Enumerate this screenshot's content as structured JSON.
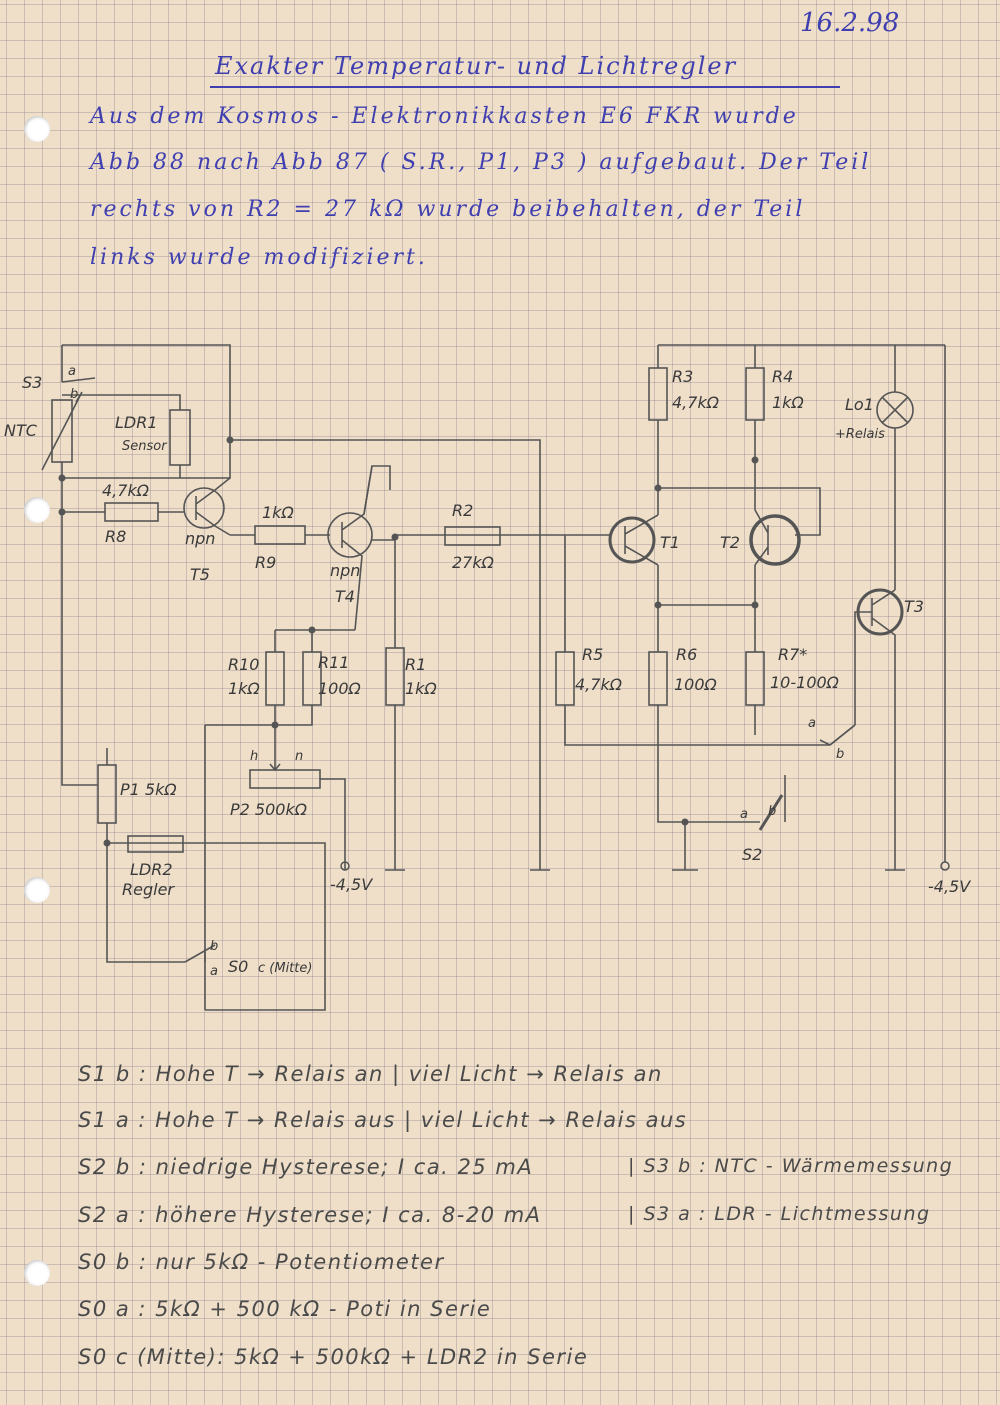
{
  "date": "16.2.98",
  "title": "Exakter Temperatur- und Lichtregler",
  "intro": [
    "Aus dem Kosmos - Elektronikkasten E6 FKR wurde",
    "Abb 88 nach Abb 87 ( S.R., P1, P3 ) aufgebaut. Der Teil",
    "rechts von R2 = 27 kΩ wurde beibehalten, der Teil",
    "links wurde modifiziert."
  ],
  "components": {
    "S3": "S3",
    "S3a": "a",
    "S3b": "b",
    "NTC": "NTC",
    "LDR1": "LDR1",
    "LDR1sub": "Sensor",
    "R8val": "4,7kΩ",
    "R8": "R8",
    "T5type": "npn",
    "T5": "T5",
    "R9val": "1kΩ",
    "R9": "R9",
    "T4type": "npn",
    "T4": "T4",
    "R2": "R2",
    "R2val": "27kΩ",
    "R10": "R10",
    "R10val": "1kΩ",
    "R11": "R11",
    "R11val": "100Ω",
    "R1": "R1",
    "R1val": "1kΩ",
    "P1": "P1 5kΩ",
    "P2": "P2 500kΩ",
    "P2h": "h",
    "P2n": "n",
    "LDR2": "LDR2",
    "LDR2sub": "Regler",
    "S0": "S0",
    "S0b": "b",
    "S0a": "a",
    "S0c": "c (Mitte)",
    "minus45a": "-4,5V",
    "R3": "R3",
    "R3val": "4,7kΩ",
    "R4": "R4",
    "R4val": "1kΩ",
    "Lo1": "Lo1",
    "Lo1sub": "+Relais",
    "T1": "T1",
    "T2": "T2",
    "T3": "T3",
    "R5": "R5",
    "R5val": "4,7kΩ",
    "R6": "R6",
    "R6val": "100Ω",
    "R7": "R7*",
    "R7val": "10-100Ω",
    "S1a": "a",
    "S1b": "b",
    "S2": "S2",
    "S2a": "a",
    "S2b": "b",
    "minus45b": "-4,5V"
  },
  "notes": [
    "S1 b : Hohe T → Relais an | viel Licht → Relais an",
    "S1 a : Hohe T → Relais aus | viel Licht → Relais aus",
    "S2 b : niedrige Hysterese; I ca. 25 mA",
    "S2 a : höhere Hysterese; I ca. 8-20 mA",
    "S0 b : nur 5kΩ - Potentiometer",
    "S0 a : 5kΩ + 500 kΩ - Poti in Serie",
    "S0 c (Mitte): 5kΩ + 500kΩ + LDR2 in Serie"
  ],
  "notes_right": [
    "| S3 b : NTC - Wärmemessung",
    "| S3 a : LDR - Lichtmessung"
  ]
}
